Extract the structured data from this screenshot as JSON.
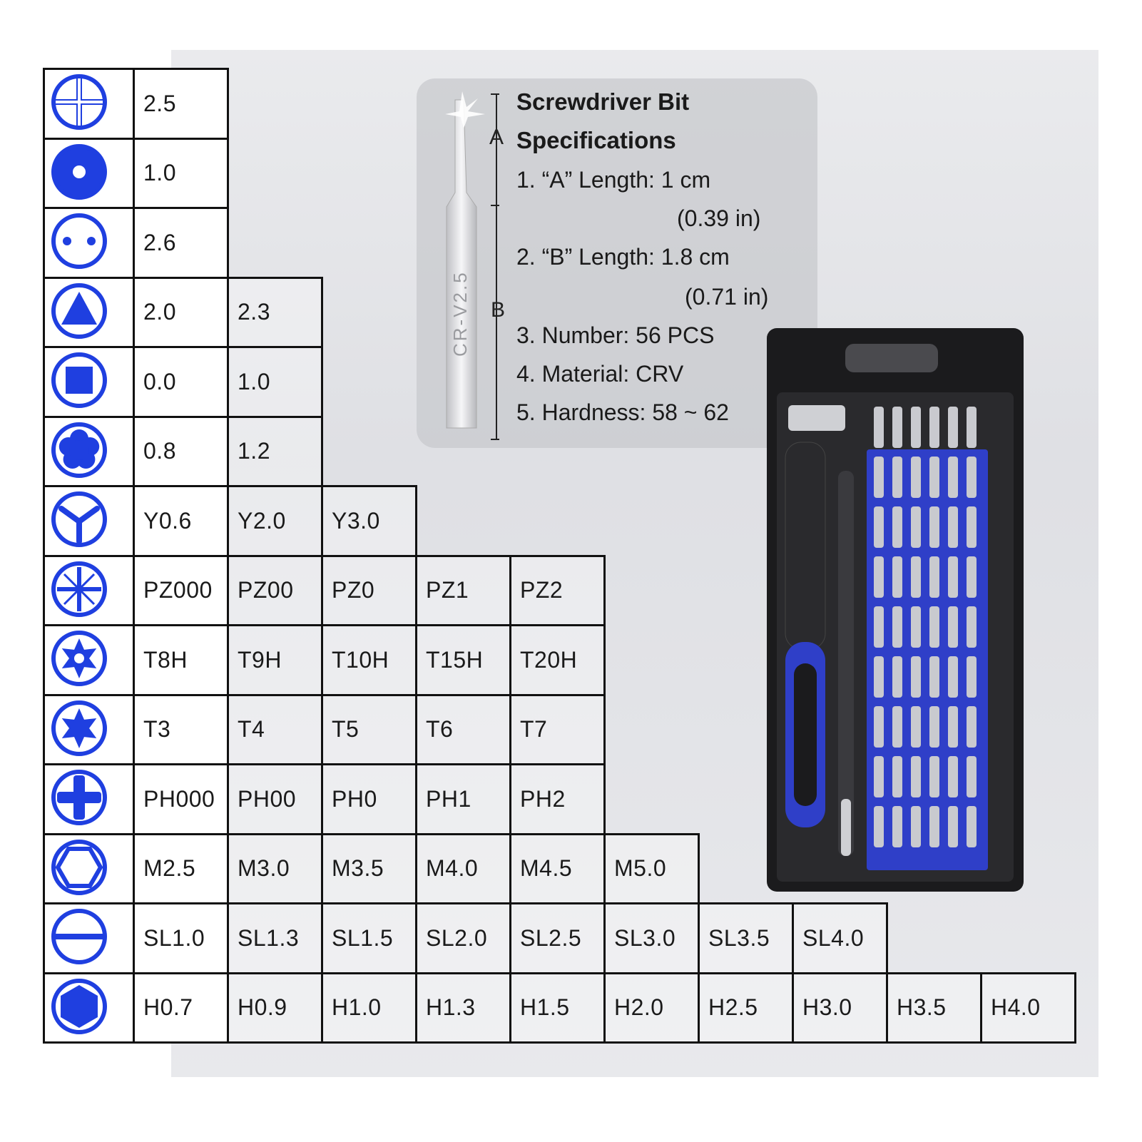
{
  "spec": {
    "title_line1": "Screwdriver Bit",
    "title_line2": "Specifications",
    "label_a": "A",
    "label_b": "B",
    "bit_engraving": "CR-V2.5",
    "lines": [
      "1. “A” Length: 1 cm",
      "(0.39 in)",
      "2. “B” Length: 1.8 cm",
      "(0.71 in)",
      "3. Number: 56 PCS",
      "4. Material: CRV",
      "5. Hardness: 58 ~ 62"
    ]
  },
  "colors": {
    "icon_blue": "#1f3fe0",
    "border": "#111111",
    "handle_blue": "#2f3fc8"
  },
  "rows": [
    {
      "icon": "cross-split-icon",
      "sizes": [
        "2.5"
      ]
    },
    {
      "icon": "round-dot-icon",
      "sizes": [
        "1.0"
      ]
    },
    {
      "icon": "two-dot-spanner-icon",
      "sizes": [
        "2.6"
      ]
    },
    {
      "icon": "triangle-icon",
      "sizes": [
        "2.0",
        "2.3"
      ]
    },
    {
      "icon": "square-icon",
      "sizes": [
        "0.0",
        "1.0"
      ]
    },
    {
      "icon": "pentalobe-icon",
      "sizes": [
        "0.8",
        "1.2"
      ]
    },
    {
      "icon": "tri-wing-icon",
      "sizes": [
        "Y0.6",
        "Y2.0",
        "Y3.0"
      ]
    },
    {
      "icon": "pozidriv-icon",
      "sizes": [
        "PZ000",
        "PZ00",
        "PZ0",
        "PZ1",
        "PZ2"
      ]
    },
    {
      "icon": "torx-security-icon",
      "sizes": [
        "T8H",
        "T9H",
        "T10H",
        "T15H",
        "T20H"
      ]
    },
    {
      "icon": "torx-icon",
      "sizes": [
        "T3",
        "T4",
        "T5",
        "T6",
        "T7"
      ]
    },
    {
      "icon": "phillips-icon",
      "sizes": [
        "PH000",
        "PH00",
        "PH0",
        "PH1",
        "PH2"
      ]
    },
    {
      "icon": "hex-socket-icon",
      "sizes": [
        "M2.5",
        "M3.0",
        "M3.5",
        "M4.0",
        "M4.5",
        "M5.0"
      ]
    },
    {
      "icon": "slotted-icon",
      "sizes": [
        "SL1.0",
        "SL1.3",
        "SL1.5",
        "SL2.0",
        "SL2.5",
        "SL3.0",
        "SL3.5",
        "SL4.0"
      ]
    },
    {
      "icon": "hex-icon",
      "sizes": [
        "H0.7",
        "H0.9",
        "H1.0",
        "H1.3",
        "H1.5",
        "H2.0",
        "H2.5",
        "H3.0",
        "H3.5",
        "H4.0"
      ]
    }
  ]
}
